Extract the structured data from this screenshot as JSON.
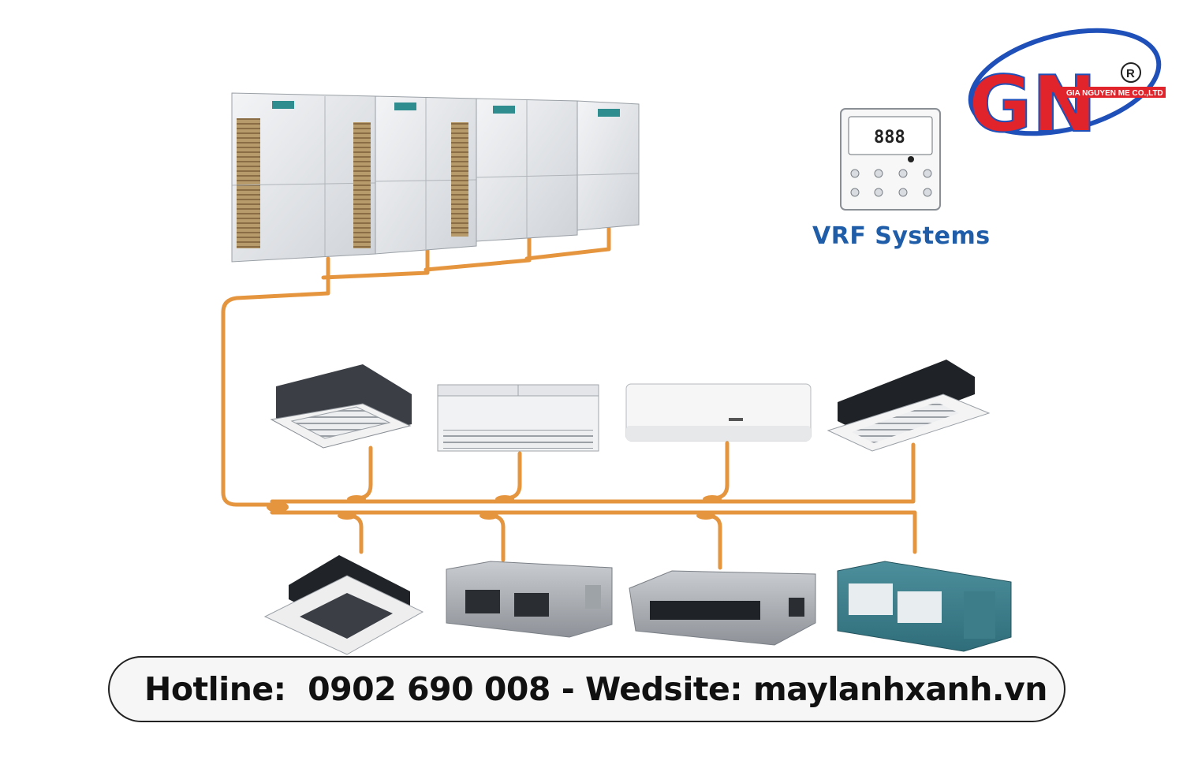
{
  "logo": {
    "monogram": "GN",
    "registered": "R",
    "company": "GIA NGUYEN ME CO.,LTD",
    "colors": {
      "red": "#e1242b",
      "blue": "#1f4fb8"
    }
  },
  "controller": {
    "display": "888"
  },
  "title": "VRF Systems",
  "footer": {
    "text": "Hotline:  0902 690 008 - Wedsite: maylanhxanh.vn"
  },
  "colors": {
    "pipe": "#e6953f",
    "title": "#1f5da8"
  }
}
